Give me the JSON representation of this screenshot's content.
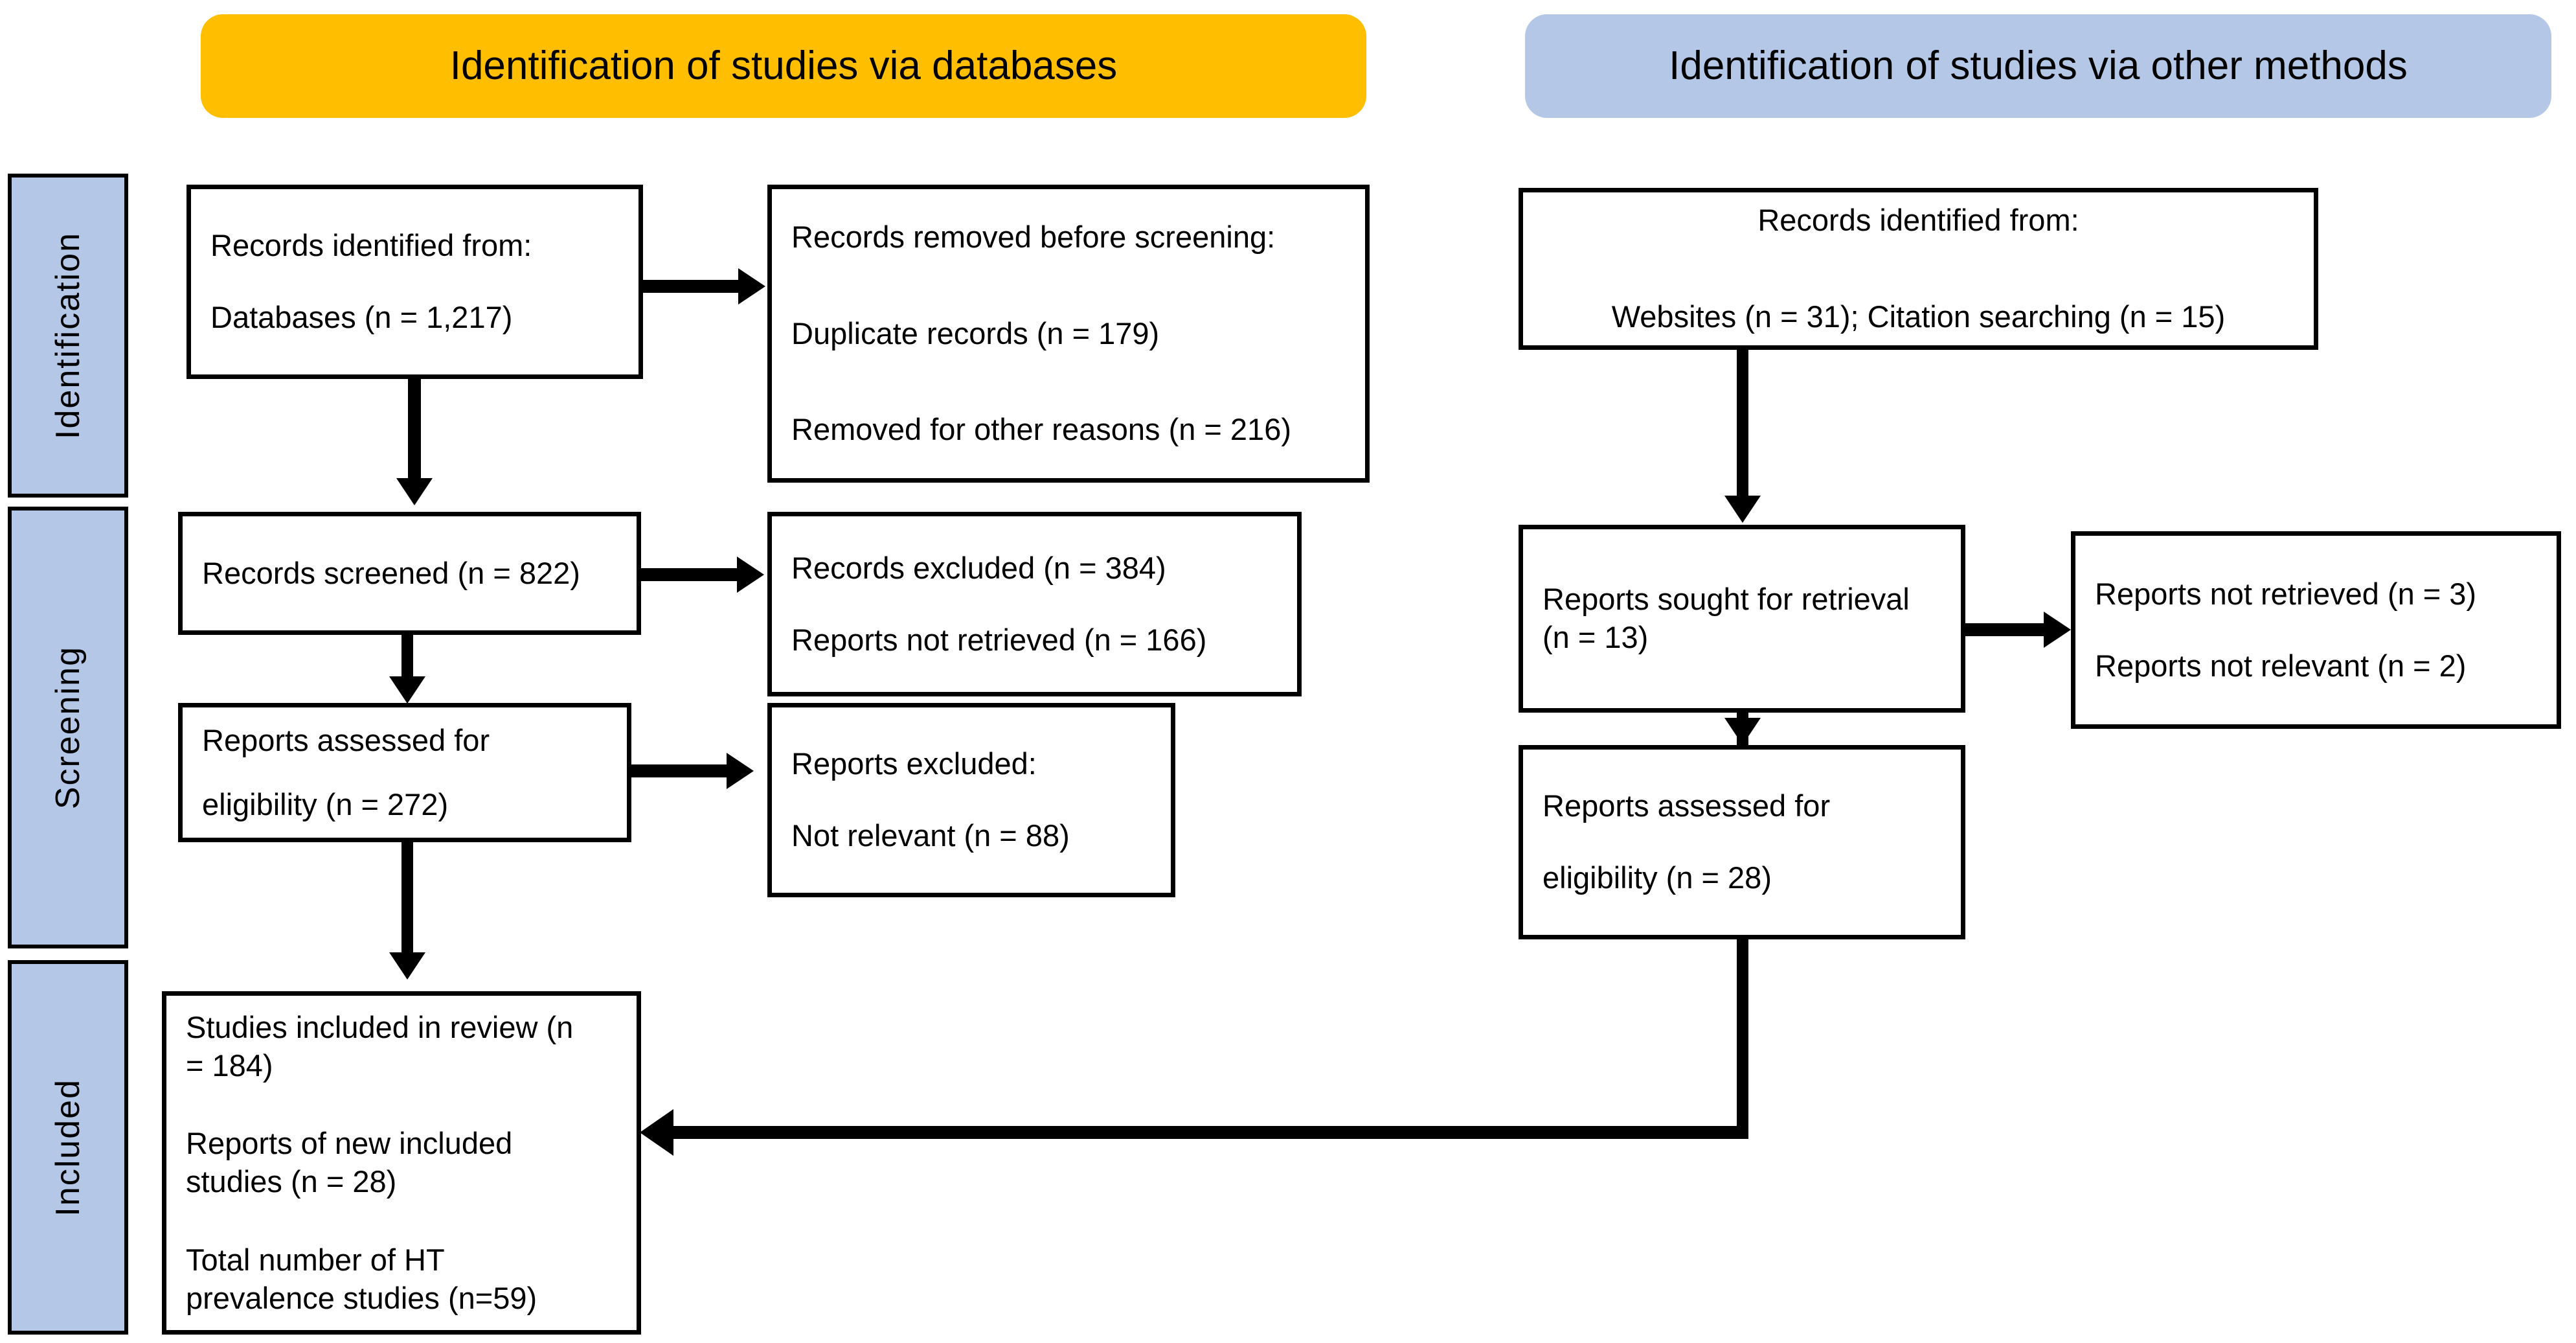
{
  "diagram": {
    "title": "PRISMA 2020 flow diagram",
    "colors": {
      "banner_databases": "#FFBF00",
      "banner_other": "#B4C7E7",
      "stage_band": "#B4C7E7",
      "box_border": "#000000",
      "text": "#000000",
      "background": "#FFFFFF"
    }
  },
  "banners": {
    "databases": "Identification of studies via databases",
    "other_methods": "Identification of studies via other methods"
  },
  "stages": [
    {
      "key": "identification",
      "label": "Identification"
    },
    {
      "key": "screening",
      "label": "Screening"
    },
    {
      "key": "included",
      "label": "Included"
    }
  ],
  "boxes": {
    "identified": {
      "line1": "Records identified from:",
      "line2": "Databases (n = 1,217)"
    },
    "removed_before_screening": {
      "line1": "Records removed before screening:",
      "line2": "Duplicate records (n = 179)",
      "line3": "Removed for other reasons (n = 216)"
    },
    "records_screened": {
      "line1": "Records screened (n = 822)"
    },
    "records_excluded": {
      "line1": "Records excluded (n = 384)",
      "line2": "Reports not retrieved (n = 166)"
    },
    "assessed_left": {
      "line1": "Reports assessed for",
      "line2": "eligibility (n = 272)"
    },
    "reports_excluded": {
      "line1": "Reports excluded:",
      "line2": "Not relevant (n = 88)"
    },
    "included_studies": {
      "line1": "Studies included in review (n",
      "line2": "= 184)",
      "line3": "Reports of new included",
      "line4": "studies (n = 28)",
      "line5": "Total number of HT",
      "line6": "prevalence studies (n=59)"
    },
    "identified_other": {
      "line1": "Records identified from:",
      "line2": "Websites (n = 31); Citation searching (n = 15)"
    },
    "reports_sought": {
      "line1": "Reports sought for retrieval",
      "line2": "(n = 13)"
    },
    "reports_not_retrieved": {
      "line1": "Reports not retrieved (n = 3)",
      "line2": "Reports not relevant (n = 2)"
    },
    "assessed_right": {
      "line1": "Reports assessed for",
      "line2": "eligibility (n = 28)"
    }
  },
  "chart_data": {
    "type": "diagram",
    "title": "PRISMA 2020 flow diagram for new systematic reviews",
    "columns": [
      "Identification of studies via databases",
      "Identification of studies via other methods"
    ],
    "stages": [
      "Identification",
      "Screening",
      "Included"
    ],
    "nodes": [
      {
        "id": "identified_databases",
        "column": "databases",
        "stage": "Identification",
        "label": "Records identified from: Databases",
        "n": 1217
      },
      {
        "id": "removed_duplicates",
        "column": "databases",
        "stage": "Identification",
        "label": "Duplicate records removed before screening",
        "n": 179
      },
      {
        "id": "removed_other",
        "column": "databases",
        "stage": "Identification",
        "label": "Removed for other reasons",
        "n": 216
      },
      {
        "id": "records_screened",
        "column": "databases",
        "stage": "Screening",
        "label": "Records screened",
        "n": 822
      },
      {
        "id": "records_excluded",
        "column": "databases",
        "stage": "Screening",
        "label": "Records excluded",
        "n": 384
      },
      {
        "id": "reports_not_retrieved_db",
        "column": "databases",
        "stage": "Screening",
        "label": "Reports not retrieved",
        "n": 166
      },
      {
        "id": "assessed_db",
        "column": "databases",
        "stage": "Screening",
        "label": "Reports assessed for eligibility",
        "n": 272
      },
      {
        "id": "excluded_not_relevant",
        "column": "databases",
        "stage": "Screening",
        "label": "Reports excluded: Not relevant",
        "n": 88
      },
      {
        "id": "identified_websites",
        "column": "other",
        "stage": "Identification",
        "label": "Records identified from Websites",
        "n": 31
      },
      {
        "id": "identified_citation",
        "column": "other",
        "stage": "Identification",
        "label": "Records identified from Citation searching",
        "n": 15
      },
      {
        "id": "reports_sought",
        "column": "other",
        "stage": "Screening",
        "label": "Reports sought for retrieval",
        "n": 13
      },
      {
        "id": "reports_not_retrieved_other",
        "column": "other",
        "stage": "Screening",
        "label": "Reports not retrieved",
        "n": 3
      },
      {
        "id": "reports_not_relevant_other",
        "column": "other",
        "stage": "Screening",
        "label": "Reports not relevant",
        "n": 2
      },
      {
        "id": "assessed_other",
        "column": "other",
        "stage": "Screening",
        "label": "Reports assessed for eligibility",
        "n": 28
      },
      {
        "id": "studies_included",
        "column": "databases",
        "stage": "Included",
        "label": "Studies included in review",
        "n": 184
      },
      {
        "id": "reports_new_included",
        "column": "databases",
        "stage": "Included",
        "label": "Reports of new included studies",
        "n": 28
      },
      {
        "id": "ht_prevalence_total",
        "column": "databases",
        "stage": "Included",
        "label": "Total number of HT prevalence studies",
        "n": 59
      }
    ],
    "edges": [
      {
        "from": "identified_databases",
        "to": "removed_duplicates",
        "direction": "right"
      },
      {
        "from": "identified_databases",
        "to": "records_screened",
        "direction": "down"
      },
      {
        "from": "records_screened",
        "to": "records_excluded",
        "direction": "right"
      },
      {
        "from": "records_screened",
        "to": "assessed_db",
        "direction": "down"
      },
      {
        "from": "assessed_db",
        "to": "excluded_not_relevant",
        "direction": "right"
      },
      {
        "from": "assessed_db",
        "to": "studies_included",
        "direction": "down"
      },
      {
        "from": "identified_websites",
        "to": "reports_sought",
        "direction": "down"
      },
      {
        "from": "reports_sought",
        "to": "reports_not_retrieved_other",
        "direction": "right"
      },
      {
        "from": "reports_sought",
        "to": "assessed_other",
        "direction": "down"
      },
      {
        "from": "assessed_other",
        "to": "studies_included",
        "direction": "left-elbow"
      }
    ]
  }
}
